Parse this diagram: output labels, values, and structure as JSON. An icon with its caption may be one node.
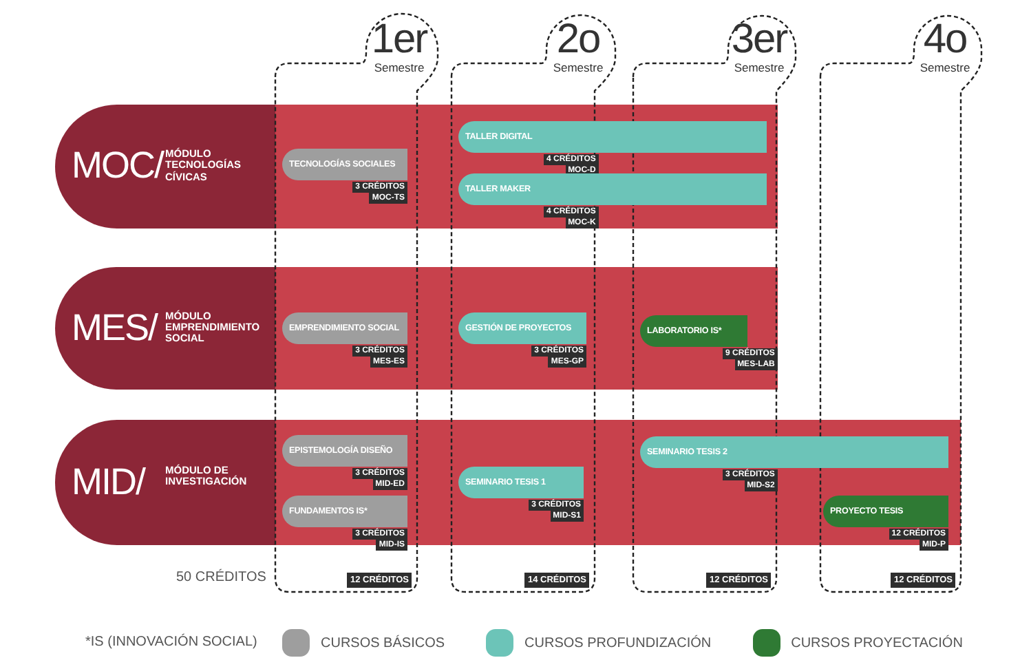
{
  "diagram": {
    "nodes": [
      {
        "text": [
          "1er",
          "Semestre",
          "12 CRÉDITOS"
        ]
      },
      {
        "text": [
          "2o",
          "Semestre",
          "14 CRÉDITOS"
        ]
      },
      {
        "text": [
          "3er",
          "Semestre",
          "12 CRÉDITOS"
        ]
      },
      {
        "text": [
          "4o",
          "Semestre",
          "12 CRÉDITOS"
        ]
      },
      {
        "text": [
          "MOC/",
          "MÓDULO TECNOLOGÍAS CÍVICAS"
        ]
      },
      {
        "text": [
          "TECNOLOGÍAS SOCIALES"
        ],
        "beside": [
          "3 CRÉDITOS",
          "MOC-TS"
        ]
      },
      {
        "text": [
          "TALLER DIGITAL"
        ],
        "in": 4,
        "beside": [
          "4 CRÉDITOS",
          "MOC-D"
        ]
      },
      {
        "text": [
          "TALLER MAKER"
        ],
        "in": 4,
        "beside": [
          "4 CRÉDITOS",
          "MOC-K"
        ]
      },
      {
        "text": [
          "MES/",
          "MÓDULO EMPRENDIMIENTO SOCIAL"
        ]
      },
      {
        "text": [
          "EMPRENDIMIENTO SOCIAL"
        ],
        "beside": [
          "3 CRÉDITOS",
          "MES-ES"
        ]
      },
      {
        "text": [
          "GESTIÓN DE PROYECTOS"
        ],
        "beside": [
          "3 CRÉDITOS",
          "MES-GP"
        ]
      },
      {
        "text": [
          "LABORATORIO IS*"
        ],
        "beside": [
          "9 CRÉDITOS",
          "MES-LAB"
        ]
      },
      {
        "text": [
          "MID/",
          "MÓDULO DE INVESTIGACIÓN"
        ]
      },
      {
        "text": [
          "EPISTEMOLOGÍA DISEÑO"
        ],
        "beside": [
          "3 CRÉDITOS",
          "MID-ED"
        ]
      },
      {
        "text": [
          "SEMINARIO TESIS 2"
        ],
        "in": 12,
        "beside": [
          "3 CRÉDITOS",
          "MID-S2"
        ]
      },
      {
        "text": [
          "SEMINARIO TESIS 1"
        ],
        "beside": [
          "3 CRÉDITOS",
          "MID-S1"
        ]
      },
      {
        "text": [
          "FUNDAMENTOS IS*"
        ],
        "beside": [
          "3 CRÉDITOS",
          "MID-IS"
        ]
      },
      {
        "text": [
          "PROYECTO TESIS"
        ],
        "beside": [
          "12 CRÉDITOS",
          "MID-P"
        ]
      }
    ],
    "labels": [
      "50 CRÉDITOS",
      "*IS (INNOVACIÓN SOCIAL)"
    ],
    "legend": [
      {
        "text": "CURSOS BÁSICOS",
        "color": "#9e9e9e"
      },
      {
        "text": "CURSOS PROFUNDIZACIÓN",
        "color": "#6cc4b8"
      },
      {
        "text": "CURSOS PROYECTACIÓN",
        "color": "#2f7a34"
      }
    ]
  }
}
